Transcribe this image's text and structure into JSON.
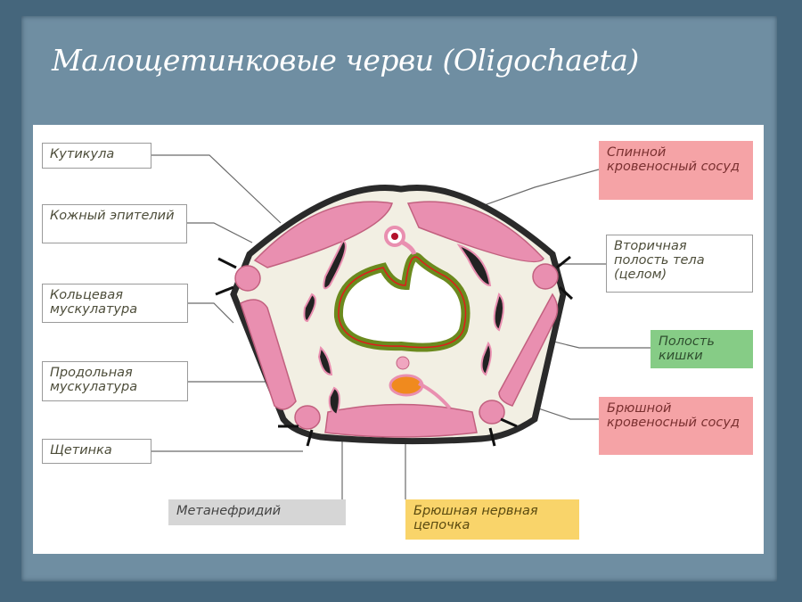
{
  "title": "Малощетинковые черви (Oligochaeta)",
  "labels": {
    "cuticle": "Кутикула",
    "skin_epithelium": "Кожный эпителий",
    "circular_muscles": "Кольцевая мускулатура",
    "longitudinal_muscles": "Продольная мускулатура",
    "seta": "Щетинка",
    "metanephridium": "Метанефридий",
    "ventral_nerve_cord": "Брюшная нервная цепочка",
    "dorsal_vessel": "Спинной кровеносный сосуд",
    "coelom": "Вторичная полость тела (целом)",
    "gut_cavity": "Полость кишки",
    "ventral_vessel": "Брюшной кровеносный сосуд"
  }
}
